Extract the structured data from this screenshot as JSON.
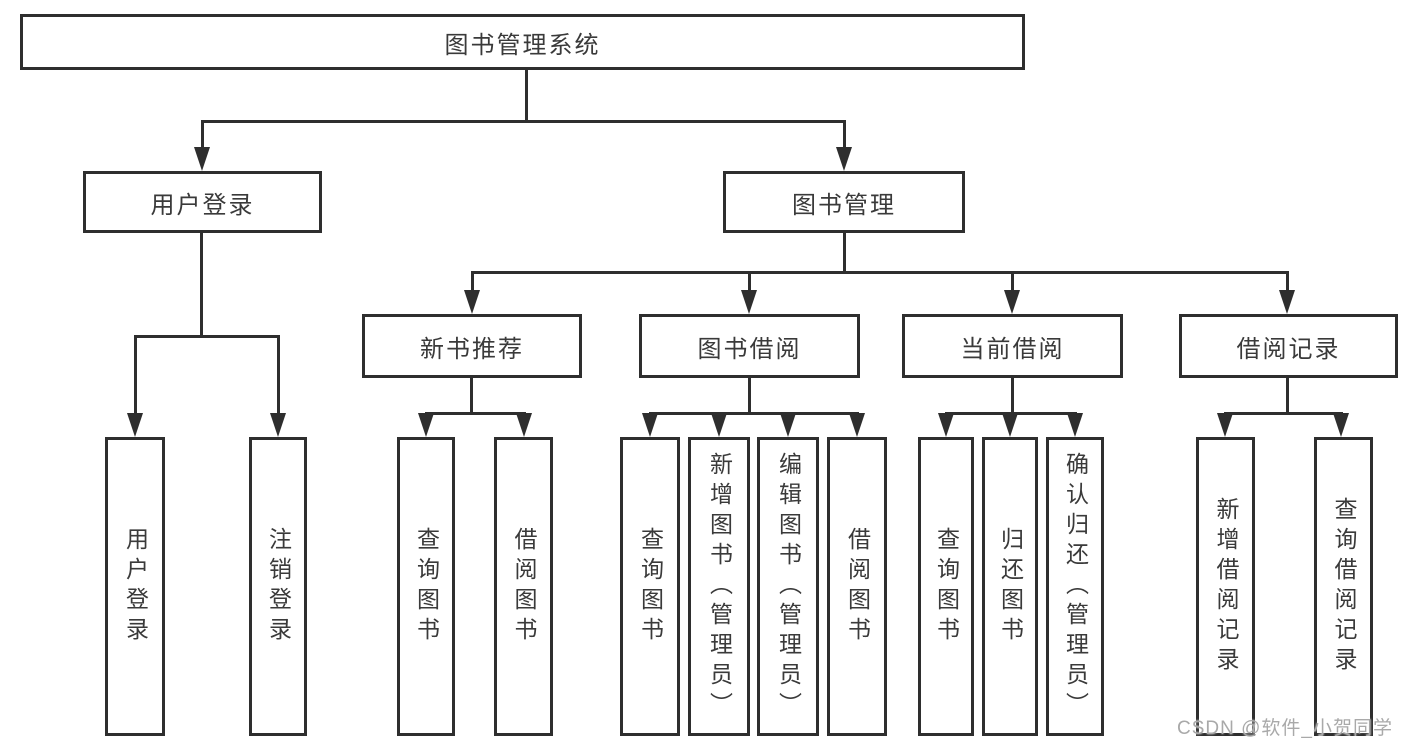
{
  "nodes": {
    "root": {
      "label": "图书管理系统"
    },
    "level2": [
      {
        "id": "user-login",
        "label": "用户登录"
      },
      {
        "id": "book-management",
        "label": "图书管理"
      }
    ],
    "level3": [
      {
        "id": "new-book-recommend",
        "label": "新书推荐"
      },
      {
        "id": "book-borrowing",
        "label": "图书借阅"
      },
      {
        "id": "current-borrowing",
        "label": "当前借阅"
      },
      {
        "id": "borrowing-records",
        "label": "借阅记录"
      }
    ],
    "leaves": [
      {
        "label": "用户登录"
      },
      {
        "label": "注销登录"
      },
      {
        "label": "查询图书"
      },
      {
        "label": "借阅图书"
      },
      {
        "label": "查询图书"
      },
      {
        "label": "新增图书（管理员）"
      },
      {
        "label": "编辑图书（管理员）"
      },
      {
        "label": "借阅图书"
      },
      {
        "label": "查询图书"
      },
      {
        "label": "归还图书"
      },
      {
        "label": "确认归还（管理员）"
      },
      {
        "label": "新增借阅记录"
      },
      {
        "label": "查询借阅记录"
      }
    ]
  },
  "watermark": {
    "text": "CSDN @软件_小贺同学"
  },
  "colors": {
    "line": "#2e2e2e",
    "text": "#3a3a3a",
    "watermark": "#a9a9a9",
    "background": "#ffffff"
  }
}
